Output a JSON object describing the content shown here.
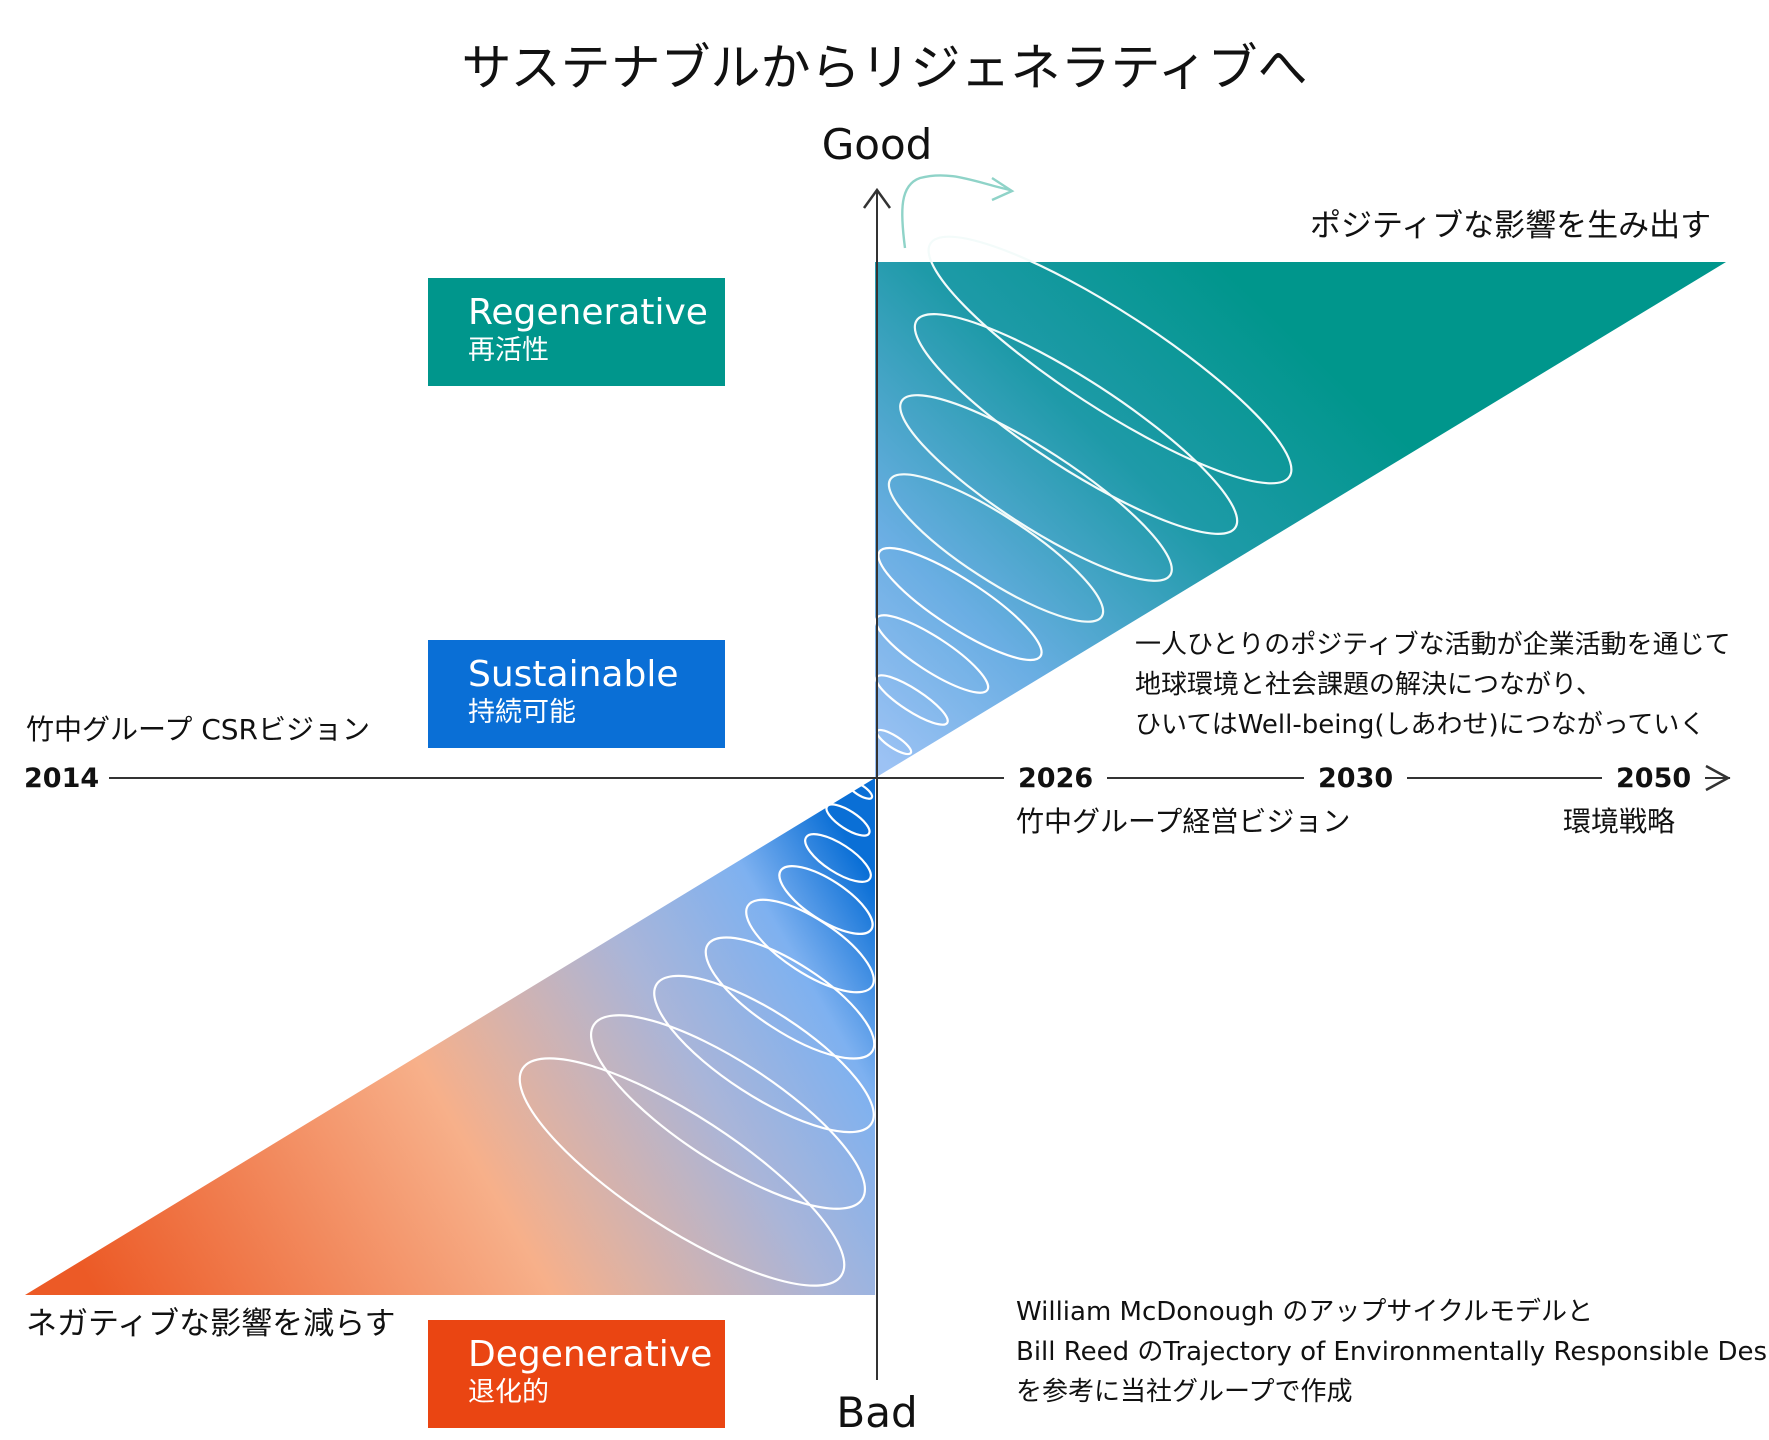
{
  "title": "サステナブルからリジェネラティブへ",
  "axis": {
    "top": "Good",
    "bottom": "Bad"
  },
  "stages": [
    {
      "en": "Regenerative",
      "ja": "再活性",
      "color": "#00968c"
    },
    {
      "en": "Sustainable",
      "ja": "持続可能",
      "color": "#0a6fd6"
    },
    {
      "en": "Degenerative",
      "ja": "退化的",
      "color": "#ea4512"
    }
  ],
  "timeline": {
    "years": [
      "2014",
      "2026",
      "2030",
      "2050"
    ],
    "labels": {
      "csr": "竹中グループ CSRビジョン",
      "management": "竹中グループ経営ビジョン",
      "environment": "環境戦略"
    }
  },
  "annotations": {
    "positive": "ポジティブな影響を生み出す",
    "negative": "ネガティブな影響を減らす",
    "description": [
      "一人ひとりのポジティブな活動が企業活動を通じて",
      "地球環境と社会課題の解決につながり、",
      "ひいてはWell-being(しあわせ)につながっていく"
    ],
    "source": [
      "William McDonough のアップサイクルモデルと",
      "Bill Reed のTrajectory of Environmentally Responsible Design",
      "を参考に当社グループで作成"
    ]
  },
  "colors": {
    "teal": "#00968c",
    "blue": "#0a6fd6",
    "orange": "#ea4512",
    "peach": "#f7b08a",
    "spiral_top": "#8fd3c8"
  }
}
